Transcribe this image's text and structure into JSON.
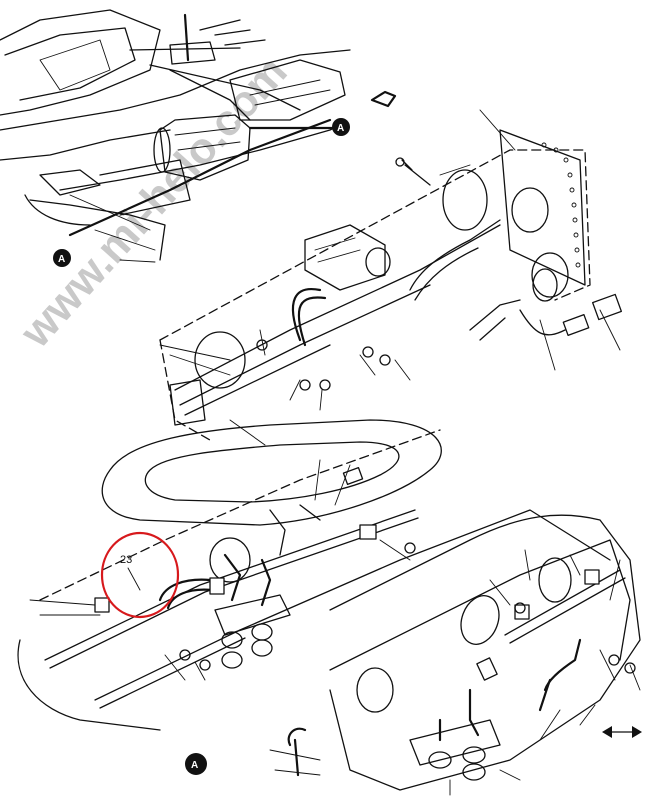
{
  "watermark": "www.mi-helo.com",
  "callouts": {
    "item_number": "23",
    "item_highlight_color": "#d7191c"
  },
  "view_refs": {
    "ref_letter": "A"
  },
  "icons": [
    "detail-view-arrow-icon",
    "horizontal-double-arrow-icon"
  ]
}
